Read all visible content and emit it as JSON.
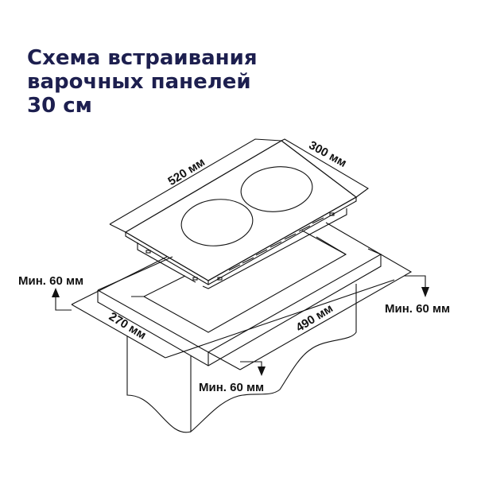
{
  "title": {
    "line1": "Схема встраивания",
    "line2": "варочных панелей",
    "line3": "30 см"
  },
  "dimensions": {
    "hob_width": "520 мм",
    "hob_depth": "300 мм",
    "cutout_depth": "270 мм",
    "cutout_width": "490 мм",
    "min_left": "Мин. 60 мм",
    "min_right": "Мин. 60 мм",
    "min_front": "Мин. 60 мм"
  },
  "colors": {
    "title": "#1d1f4f",
    "lines": "#111111"
  }
}
